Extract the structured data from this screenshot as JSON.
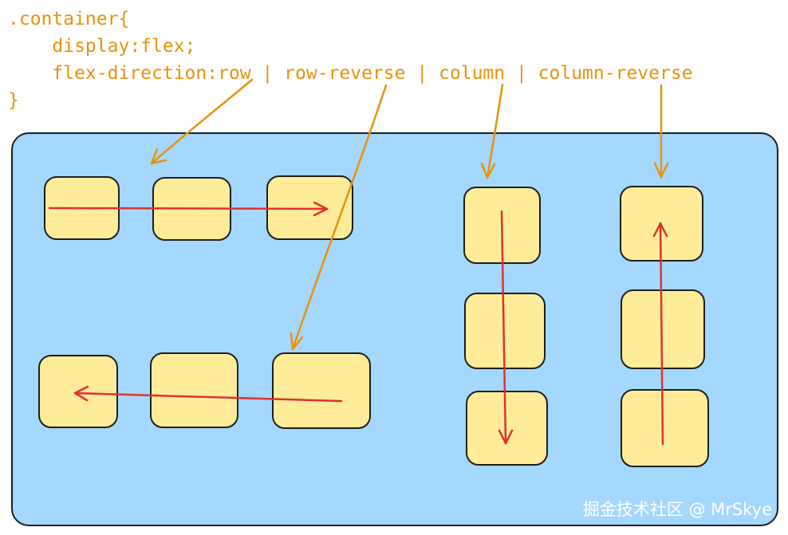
{
  "code": {
    "lines": [
      ".container{",
      "    display:flex;",
      "    flex-direction:row | row-reverse | column | column-reverse",
      "}"
    ]
  },
  "watermark": "掘金技术社区 @ MrSkye",
  "colors": {
    "code_text": "#e8920c",
    "container_fill": "#a5d8ff",
    "item_fill": "#ffec99",
    "outline": "#1e1e1e",
    "pointer_arrow": "#e8920c",
    "direction_arrow": "#e03131",
    "watermark_text": "#ffffff"
  },
  "diagram": {
    "groups": [
      {
        "option": "row",
        "direction": "left-to-right",
        "item_count": 3
      },
      {
        "option": "row-reverse",
        "direction": "right-to-left",
        "item_count": 3
      },
      {
        "option": "column",
        "direction": "top-to-bottom",
        "item_count": 3
      },
      {
        "option": "column-reverse",
        "direction": "bottom-to-top",
        "item_count": 3
      }
    ]
  }
}
